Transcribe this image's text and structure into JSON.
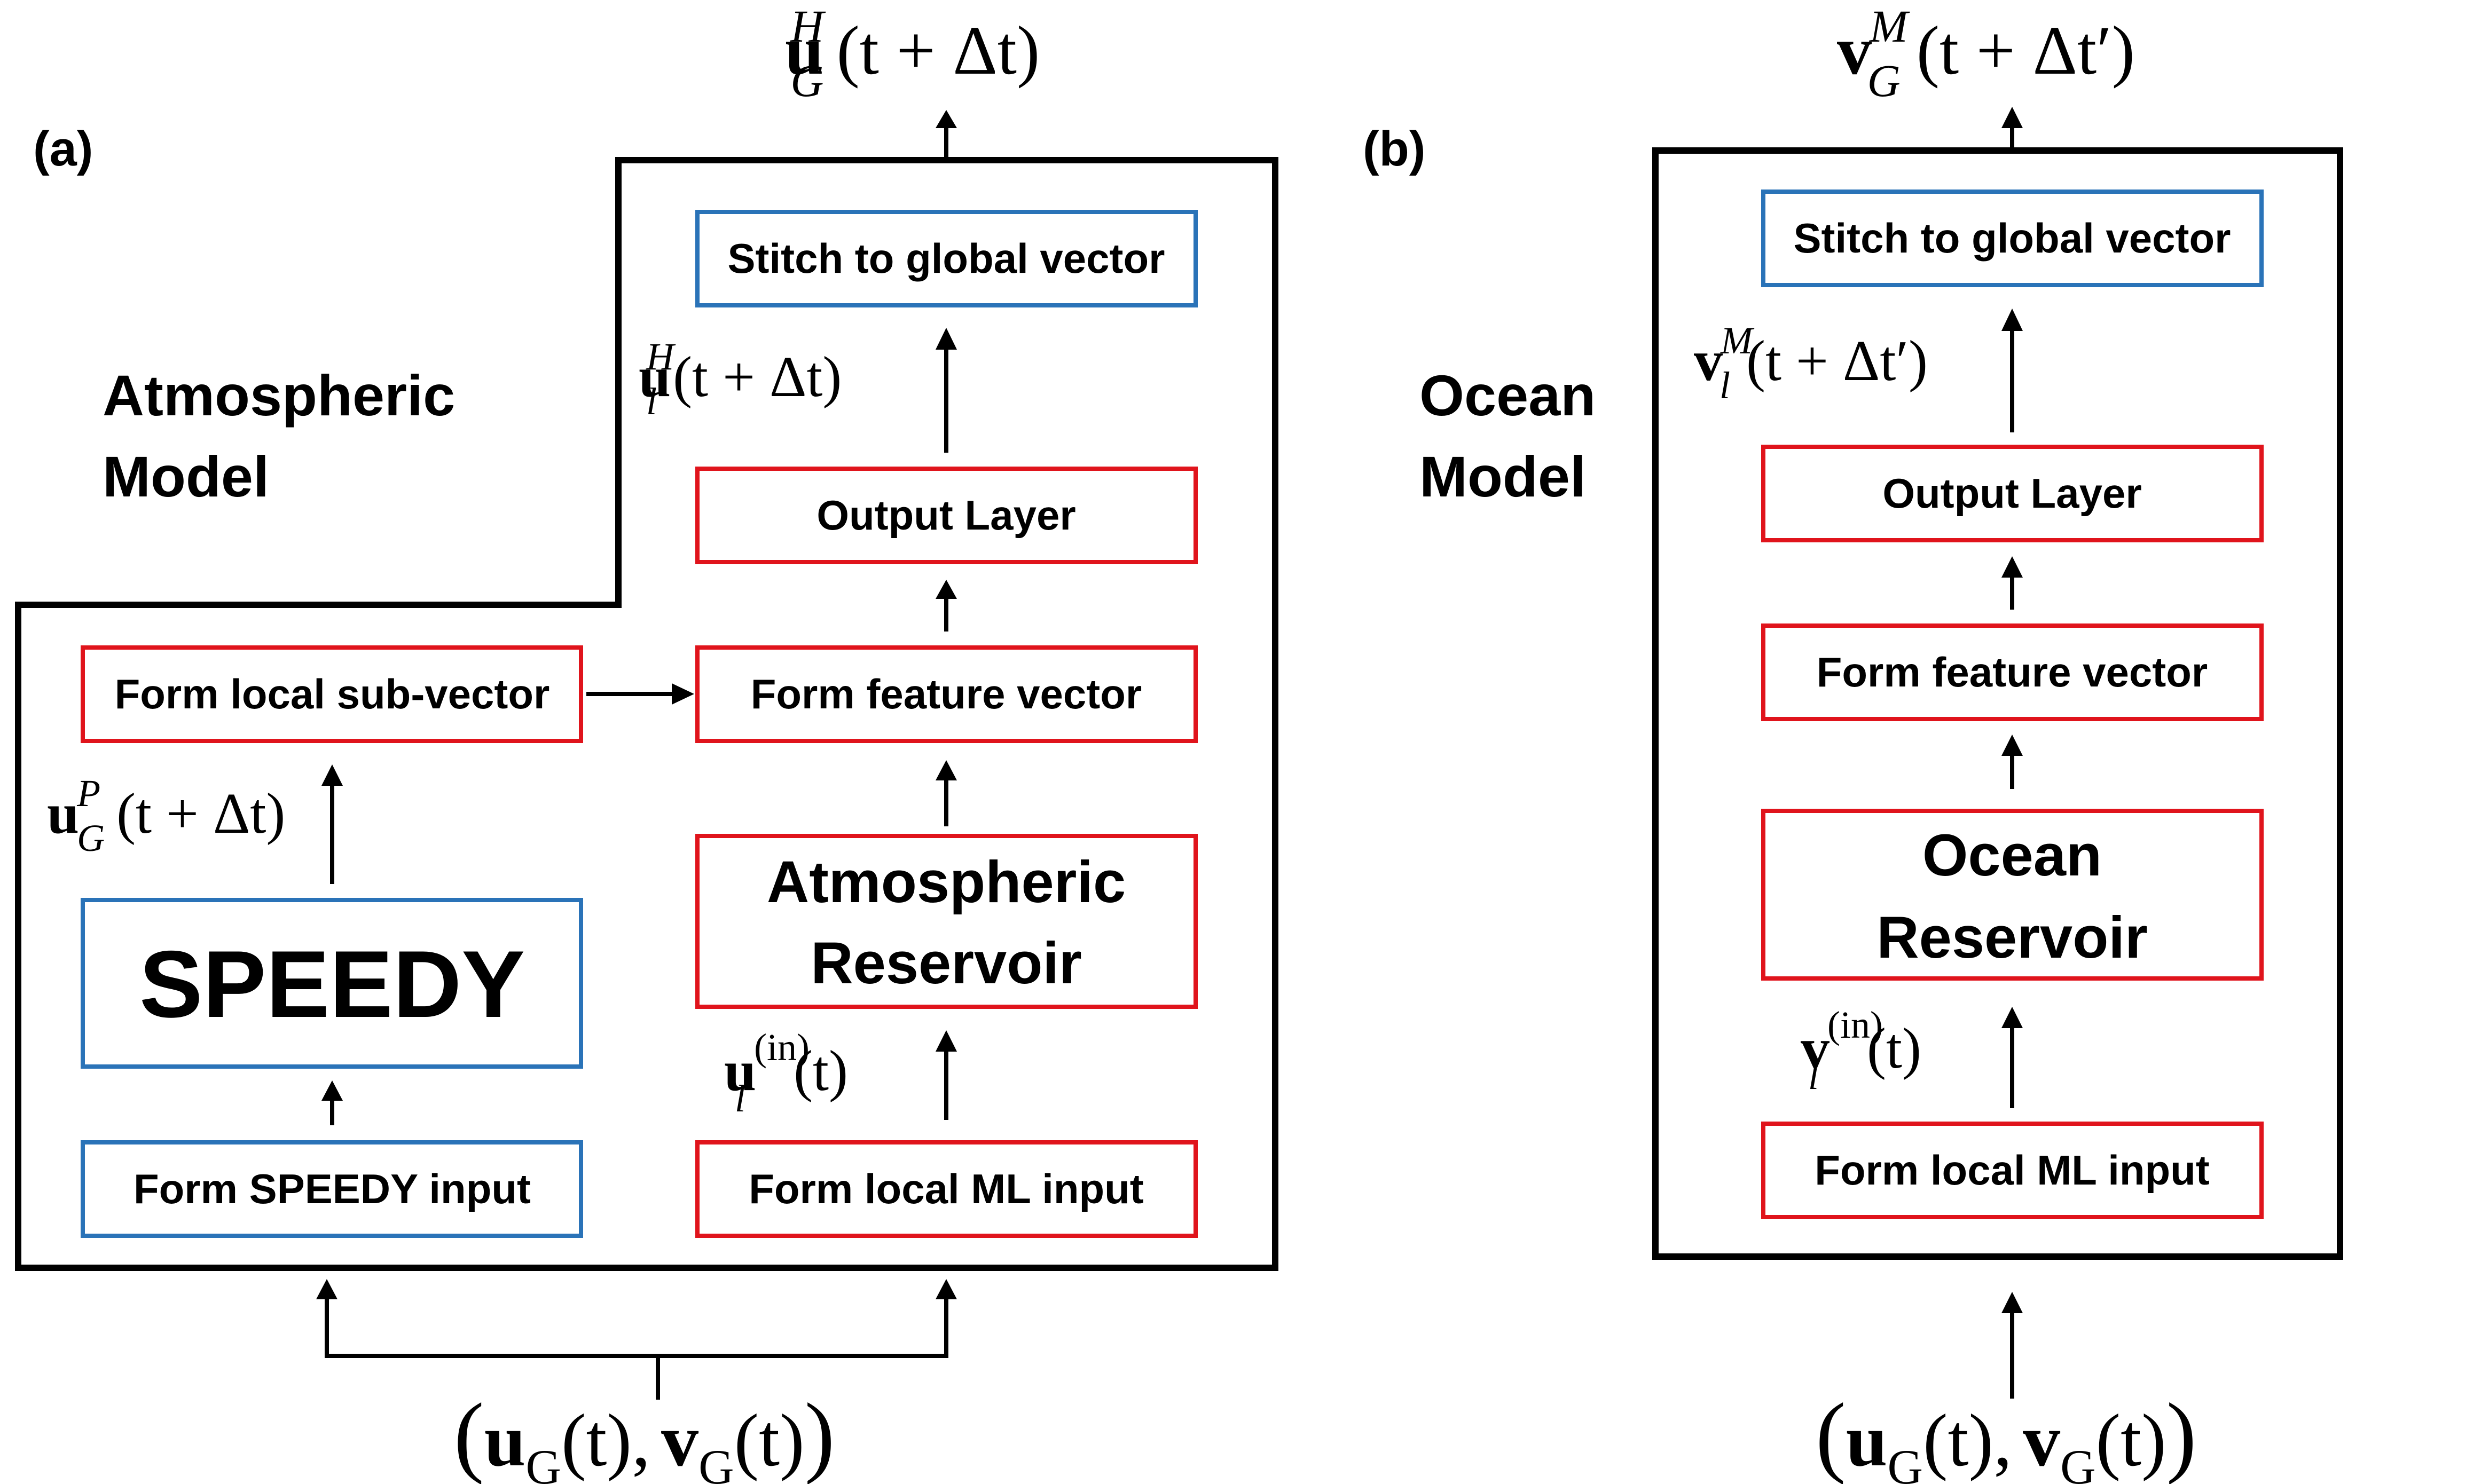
{
  "panel_a": {
    "tag": "(a)",
    "title_line1": "Atmospheric",
    "title_line2": "Model",
    "boxes": {
      "stitch": "Stitch to global vector",
      "output_layer": "Output Layer",
      "form_feature": "Form feature vector",
      "reservoir_line1": "Atmospheric",
      "reservoir_line2": "Reservoir",
      "form_local_ml": "Form local ML input",
      "form_local_sub": "Form local sub-vector",
      "speedy": "SPEEDY",
      "form_speedy_input": "Form SPEEDY input"
    },
    "math": {
      "top_output": {
        "base": "u",
        "sup": "H",
        "sub": "G",
        "arg": "(t + Δt)"
      },
      "local_output": {
        "base": "u",
        "sup": "H",
        "sub": "l",
        "arg": "(t + Δt)"
      },
      "local_input": {
        "base": "u",
        "sup": "(in)",
        "sub": "l",
        "arg": "(t)"
      },
      "speedy_output": {
        "base": "u",
        "sup": "P",
        "sub": "G",
        "arg": "(t + Δt)"
      },
      "bottom_input": {
        "open": "(",
        "u": "u",
        "u_sub": "G",
        "u_arg": "(t),",
        "v": "v",
        "v_sub": "G",
        "v_arg": "(t)",
        "close": ")"
      }
    }
  },
  "panel_b": {
    "tag": "(b)",
    "title_line1": "Ocean",
    "title_line2": "Model",
    "boxes": {
      "stitch": "Stitch to global vector",
      "output_layer": "Output Layer",
      "form_feature": "Form feature vector",
      "reservoir_line1": "Ocean",
      "reservoir_line2": "Reservoir",
      "form_local_ml": "Form local ML input"
    },
    "math": {
      "top_output": {
        "base": "v",
        "sup": "M",
        "sub": "G",
        "arg": "(t + Δt′)"
      },
      "local_output": {
        "base": "v",
        "sup": "M",
        "sub": "l",
        "arg": "(t + Δt′)"
      },
      "local_input": {
        "base": "v",
        "sup": "(in)",
        "sub": "l",
        "arg": "(t)"
      },
      "bottom_input": {
        "open": "(",
        "u": "u",
        "u_sub": "G",
        "u_arg": "(t),",
        "v": "v",
        "v_sub": "G",
        "v_arg": "(t)",
        "close": ")"
      }
    }
  },
  "colors": {
    "ml_component": "#e0141c",
    "physical_component": "#2a73b8",
    "frame": "#000000"
  }
}
